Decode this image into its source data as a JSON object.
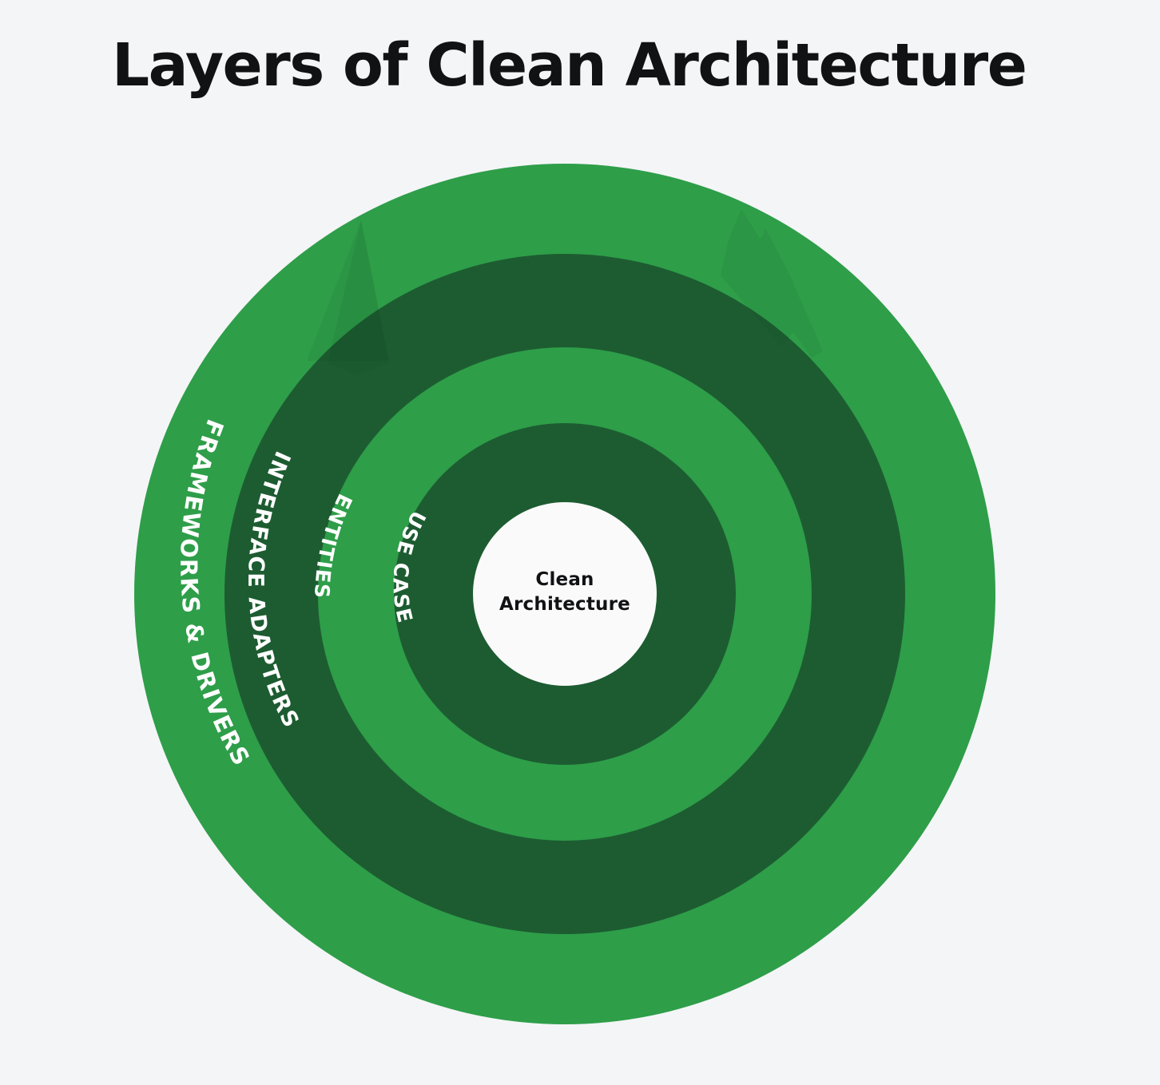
{
  "page": {
    "title": "Layers of Clean Architecture",
    "background_color": "#f4f5f7"
  },
  "diagram": {
    "type": "concentric-rings",
    "center_label_line1": "Clean",
    "center_label_line2": "Architecture",
    "center_fill": "#fafafa",
    "center_text_color": "#111214",
    "colors": {
      "light_green": "#2e9e49",
      "dark_green": "#1d5c31",
      "label_text": "#ffffff"
    },
    "rings": [
      {
        "label": "FRAMEWORKS & DRIVERS",
        "level": 1,
        "position": "outermost",
        "fill": "#2e9e49",
        "outer_radius": 539,
        "inner_radius": 426,
        "label_font_size": 29
      },
      {
        "label": "INTERFACE ADAPTERS",
        "level": 2,
        "position": "second",
        "fill": "#1d5c31",
        "outer_radius": 426,
        "inner_radius": 309,
        "label_font_size": 27
      },
      {
        "label": "ENTITIES",
        "level": 3,
        "position": "third",
        "fill": "#2e9e49",
        "outer_radius": 309,
        "inner_radius": 214,
        "label_font_size": 25
      },
      {
        "label": "USE CASE",
        "level": 4,
        "position": "innermost",
        "fill": "#1d5c31",
        "outer_radius": 214,
        "inner_radius": 115,
        "label_font_size": 25
      }
    ],
    "watermarks": [
      {
        "name": "left-wedge",
        "opacity": 0.07
      },
      {
        "name": "right-wedge",
        "opacity": 0.07
      }
    ]
  }
}
